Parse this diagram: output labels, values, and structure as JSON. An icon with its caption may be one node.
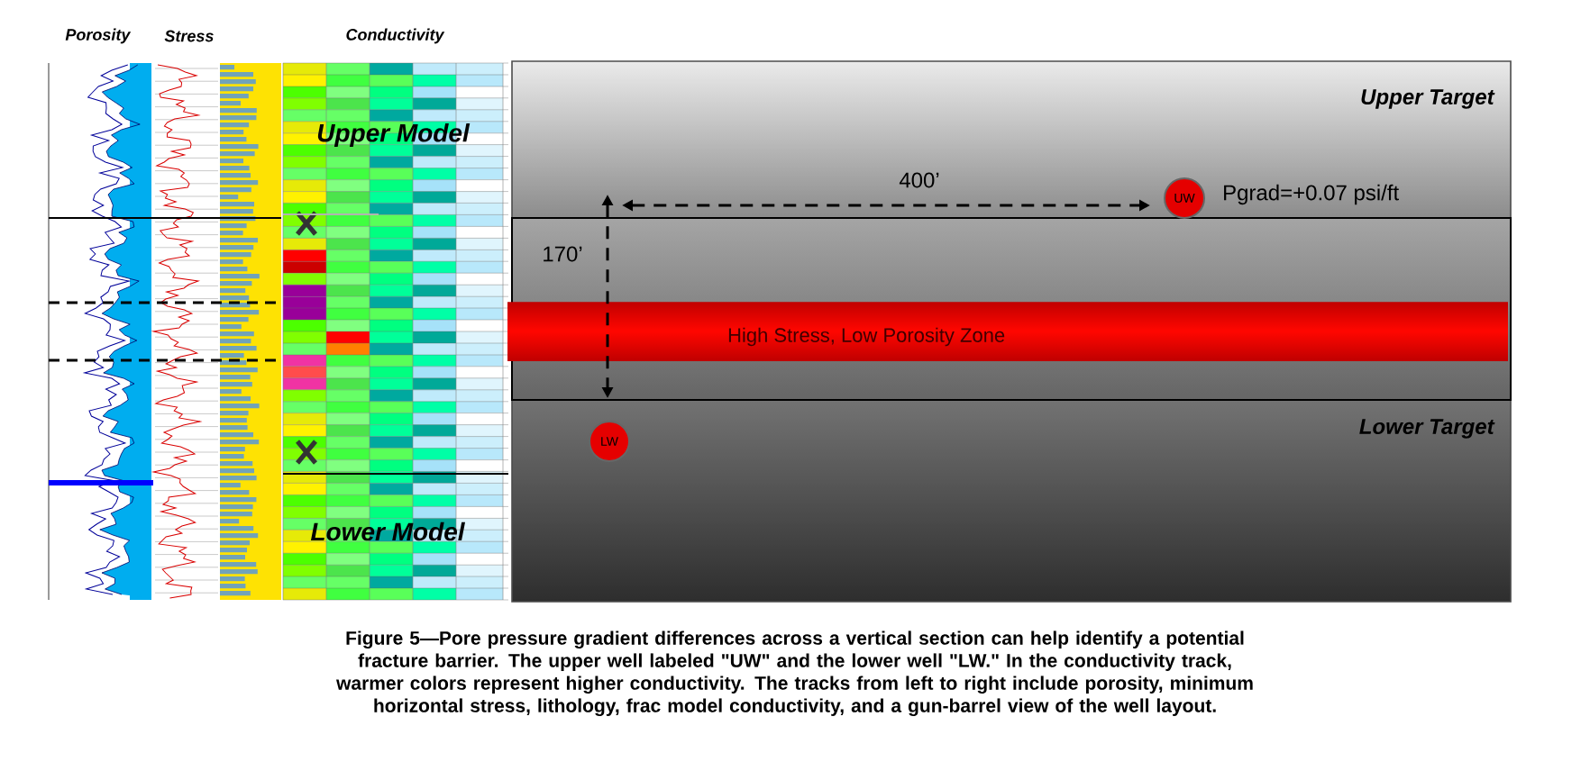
{
  "diagram": {
    "caption": "Figure 5—Pore pressure gradient differences across a vertical section can help identify a potential fracture barrier. The upper well labeled \"UW\" and the lower well \"LW.\" In the conductivity track, warmer colors represent higher conductivity. The tracks from left to right include porosity, minimum horizontal stress, lithology, frac model conductivity, and a gun-barrel view of the well layout.",
    "nodes": [
      {
        "text": [
          "High Stress, Low Porosity Zone"
        ]
      },
      {
        "text": [
          "UW"
        ],
        "beside": [
          "Pgrad=+0.07 psi/ft"
        ]
      },
      {
        "text": [
          "LW"
        ]
      }
    ],
    "labels": [
      "Porosity",
      "Stress",
      "Conductivity",
      "Upper Model",
      "Lower Model",
      "Upper Target",
      "400’",
      "170’",
      "Lower Target"
    ]
  }
}
